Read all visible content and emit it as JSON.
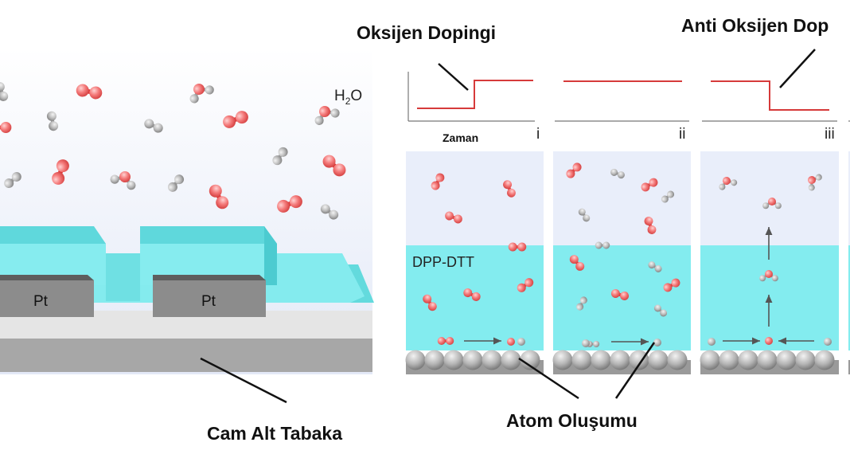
{
  "titles": {
    "oxygen_doping": "Oksijen Dopingi",
    "anti_oxygen_doping": "Anti Oksijen Dop",
    "substrate": "Cam Alt Tabaka",
    "atom_formation": "Atom Oluşumu"
  },
  "device": {
    "water_label_main": "H",
    "water_label_sub": "2",
    "water_label_end": "O",
    "electrode_left": "Pt",
    "electrode_right": "Pt"
  },
  "panels": {
    "time_label": "Zaman",
    "layer_label": "DPP-DTT",
    "numerals": [
      "i",
      "ii",
      "iii"
    ]
  },
  "colors": {
    "sky": "#e9eefa",
    "polymer": "#83ecef",
    "polymer_top": "#58d7dc",
    "electrode": "#8a8a8a",
    "glass": "#a9a9a9",
    "oxygen_atom": "#f47a7a",
    "hydrogen_atom": "#bfbfbf",
    "step_line": "#d63a3a"
  }
}
